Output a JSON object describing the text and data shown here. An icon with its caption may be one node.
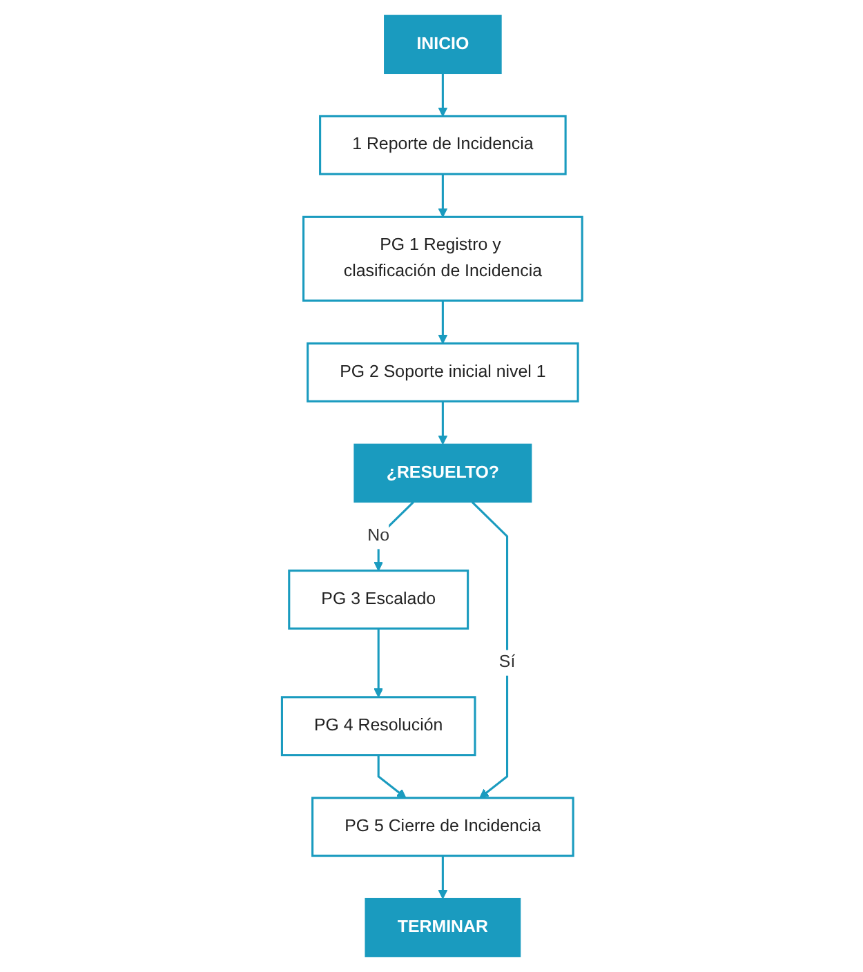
{
  "diagram": {
    "nodes": [
      {
        "text": [
          "INICIO"
        ]
      },
      {
        "text": [
          "1 Reporte de Incidencia"
        ]
      },
      {
        "text": [
          "PG 1 Registro y clasificación de Incidencia"
        ]
      },
      {
        "text": [
          "PG 2 Soporte inicial nivel 1"
        ]
      },
      {
        "text": [
          "¿RESUELTO?"
        ]
      },
      {
        "text": [
          "PG 3 Escalado"
        ]
      },
      {
        "text": [
          "PG 4 Resolución"
        ]
      },
      {
        "text": [
          "PG 5 Cierre de Incidencia"
        ]
      },
      {
        "text": [
          "TERMINAR"
        ]
      }
    ],
    "edges": [
      {
        "from": 0,
        "to": 1,
        "arrow": "to"
      },
      {
        "from": 1,
        "to": 2,
        "arrow": "to"
      },
      {
        "from": 2,
        "to": 3,
        "arrow": "to"
      },
      {
        "from": 3,
        "to": 4,
        "arrow": "to"
      },
      {
        "from": 4,
        "to": 5,
        "arrow": "to",
        "label": "No"
      },
      {
        "from": 5,
        "to": 6,
        "arrow": "to"
      },
      {
        "from": 6,
        "to": 7,
        "arrow": "to"
      },
      {
        "from": 4,
        "to": 7,
        "arrow": "to",
        "label": "Sí"
      },
      {
        "from": 7,
        "to": 8,
        "arrow": "to"
      }
    ]
  }
}
